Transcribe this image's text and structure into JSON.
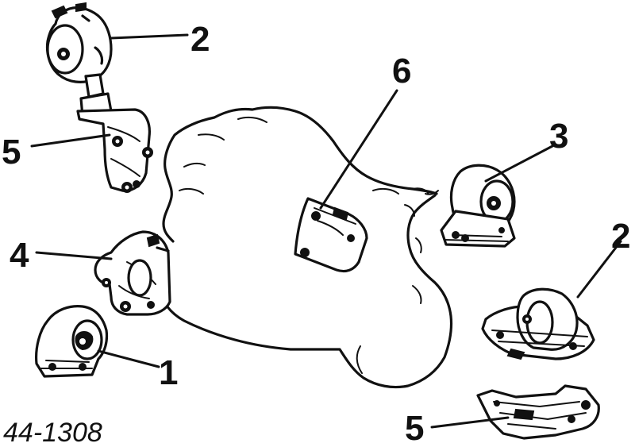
{
  "diagram": {
    "part_number": "44-1308",
    "callouts": {
      "top_left_mount": "2",
      "top_left_bracket": "5",
      "center_bracket": "6",
      "right_mount": "3",
      "left_mount": "4",
      "lower_right_mount": "2",
      "lower_left_mount": "1",
      "bottom_right_bracket": "5"
    }
  }
}
